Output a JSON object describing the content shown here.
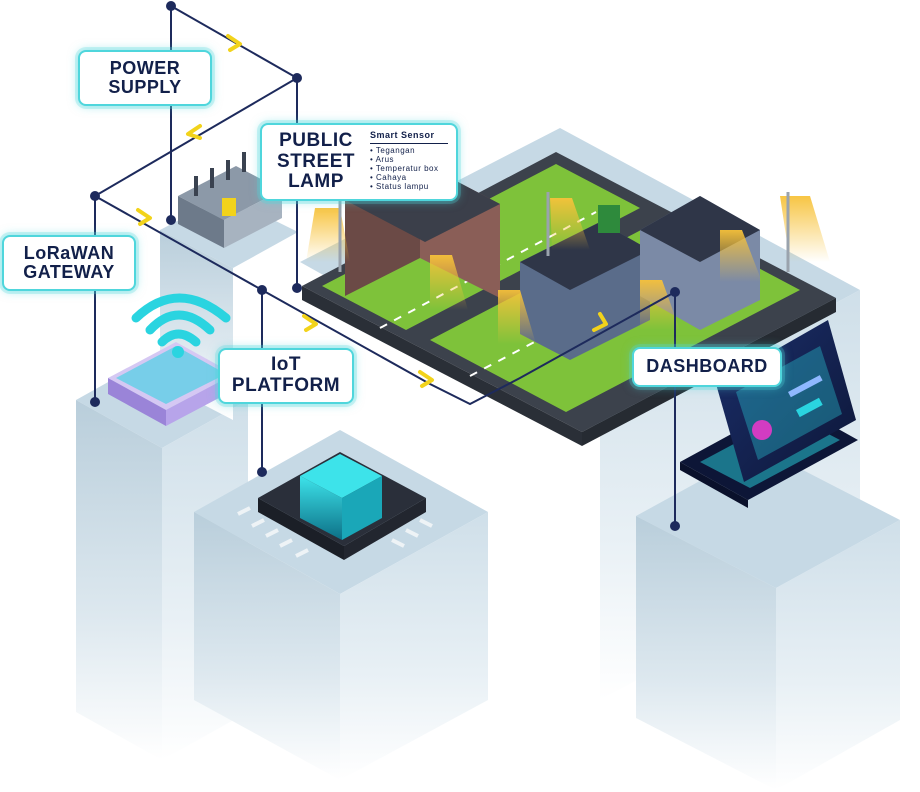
{
  "nodes": {
    "power_supply": {
      "line1": "POWER",
      "line2": "SUPPLY"
    },
    "street_lamp": {
      "line1": "PUBLIC",
      "line2": "STREET",
      "line3": "LAMP",
      "sensor_title": "Smart Sensor",
      "sensor_items": [
        "Tegangan",
        "Arus",
        "Temperatur box",
        "Cahaya",
        "Status lampu"
      ]
    },
    "lorawan_gateway": {
      "line1": "LoRaWAN",
      "line2": "GATEWAY"
    },
    "iot_platform": {
      "line1": "IoT",
      "line2": "PLATFORM"
    },
    "dashboard": {
      "label": "DASHBOARD"
    }
  },
  "colors": {
    "line": "#1d2a5c",
    "arrow": "#f2d31b",
    "accent": "#4fd6dc",
    "text": "#12204a",
    "pillar": "#d9e6ee",
    "road": "#3c424c",
    "grass": "#7ec23a",
    "lamp_glow": "#f7c23a",
    "screen": "#2ad4e0"
  },
  "icons": [
    "wifi-icon",
    "transformer-icon",
    "chip-icon",
    "laptop-icon",
    "lamp-post-icon",
    "building-icon"
  ]
}
